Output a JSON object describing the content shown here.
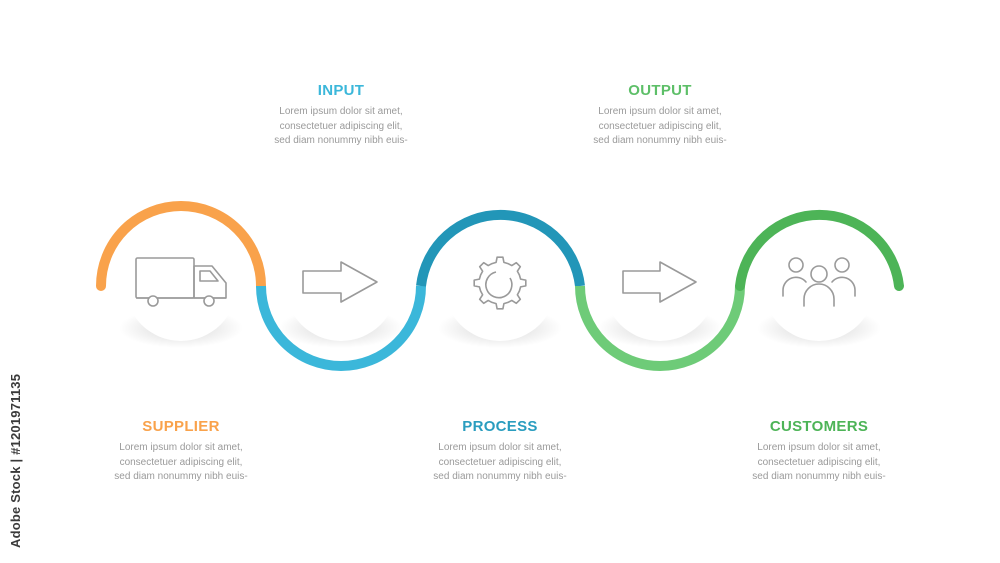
{
  "colors": {
    "orange": "#F9A24B",
    "blue_light": "#3BB7DA",
    "blue_dark": "#2296B8",
    "green_light": "#6ECB78",
    "green_dark": "#4DB457",
    "icon": "#9a9a9a",
    "text_muted": "#9a9a9a"
  },
  "steps": [
    {
      "label": "SUPPLIER",
      "color": "#F9A24B",
      "icon": "truck-icon",
      "lines": [
        "Lorem ipsum dolor sit amet,",
        "consectetuer adipiscing elit,",
        "sed diam nonummy nibh euis-"
      ]
    },
    {
      "label": "INPUT",
      "color": "#3BB7DA",
      "icon": "arrow-right-icon",
      "lines": [
        "Lorem ipsum dolor sit amet,",
        "consectetuer adipiscing elit,",
        "sed diam nonummy nibh euis-"
      ]
    },
    {
      "label": "PROCESS",
      "color": "#2A9DBF",
      "icon": "gear-icon",
      "lines": [
        "Lorem ipsum dolor sit amet,",
        "consectetuer adipiscing elit,",
        "sed diam nonummy nibh euis-"
      ]
    },
    {
      "label": "OUTPUT",
      "color": "#5DBF68",
      "icon": "arrow-right-icon",
      "lines": [
        "Lorem ipsum dolor sit amet,",
        "consectetuer adipiscing elit,",
        "sed diam nonummy nibh euis-"
      ]
    },
    {
      "label": "CUSTOMERS",
      "color": "#4DB457",
      "icon": "people-icon",
      "lines": [
        "Lorem ipsum dolor sit amet,",
        "consectetuer adipiscing elit,",
        "sed diam nonummy nibh euis-"
      ]
    }
  ],
  "watermark": "Adobe Stock | #1201971135"
}
